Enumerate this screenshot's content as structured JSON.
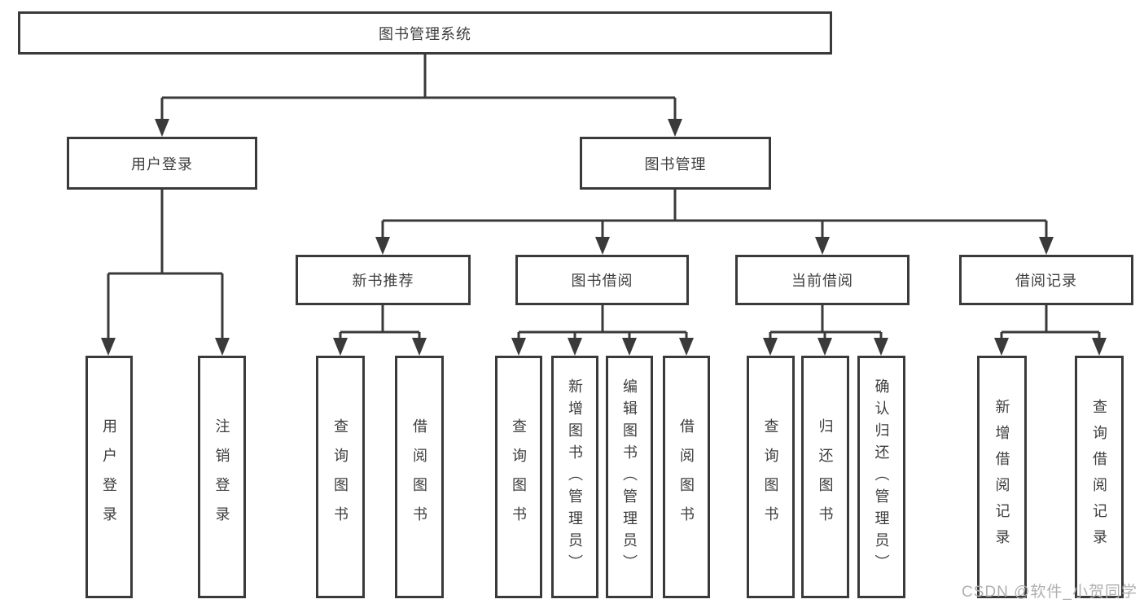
{
  "tree": {
    "label": "图书管理系统",
    "children": [
      {
        "label": "用户登录",
        "children": [
          {
            "label": "用户登录"
          },
          {
            "label": "注销登录"
          }
        ]
      },
      {
        "label": "图书管理",
        "children": [
          {
            "label": "新书推荐",
            "children": [
              {
                "label": "查询图书"
              },
              {
                "label": "借阅图书"
              }
            ]
          },
          {
            "label": "图书借阅",
            "children": [
              {
                "label": "查询图书"
              },
              {
                "label": "新增图书（管理员）"
              },
              {
                "label": "编辑图书（管理员）"
              },
              {
                "label": "借阅图书"
              }
            ]
          },
          {
            "label": "当前借阅",
            "children": [
              {
                "label": "查询图书"
              },
              {
                "label": "归还图书"
              },
              {
                "label": "确认归还（管理员）"
              }
            ]
          },
          {
            "label": "借阅记录",
            "children": [
              {
                "label": "新增借阅记录"
              },
              {
                "label": "查询借阅记录"
              }
            ]
          }
        ]
      }
    ]
  },
  "watermark": "CSDN @软件_小贺同学",
  "colors": {
    "line": "#3a3a3a",
    "text": "#3d3d3d",
    "background": "#ffffff",
    "watermark": "#b0b0b0"
  }
}
